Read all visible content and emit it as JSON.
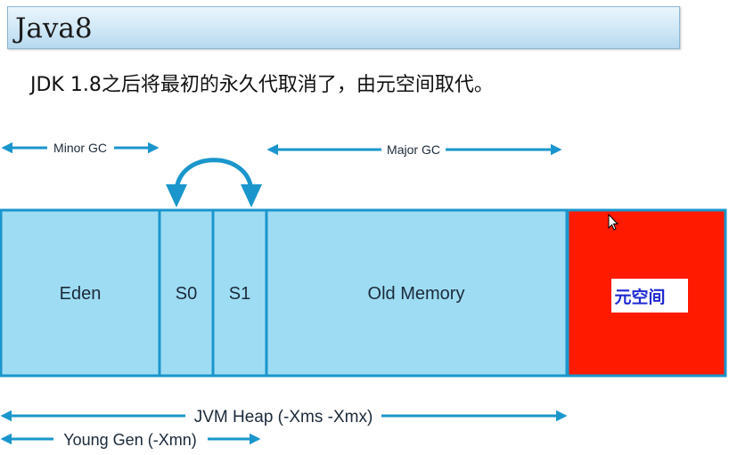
{
  "header": {
    "title": "Java8"
  },
  "description": "JDK 1.8之后将最初的永久代取消了，由元空间取代。",
  "gc_labels": {
    "minor": "Minor GC",
    "major": "Major GC"
  },
  "memory_regions": {
    "eden": "Eden",
    "s0": "S0",
    "s1": "S1",
    "old": "Old Memory",
    "metaspace": "元空间"
  },
  "ranges": {
    "heap": "JVM Heap (-Xms -Xmx)",
    "young": "Young Gen (-Xmn)"
  },
  "colors": {
    "block_fill": "#9edcf3",
    "block_border": "#1a96cc",
    "arrow": "#1a96cc",
    "metaspace_fill": "#ff1a00",
    "metaspace_label": "#1f2bd1"
  },
  "icons": {
    "cursor": "mouse-pointer-icon"
  }
}
